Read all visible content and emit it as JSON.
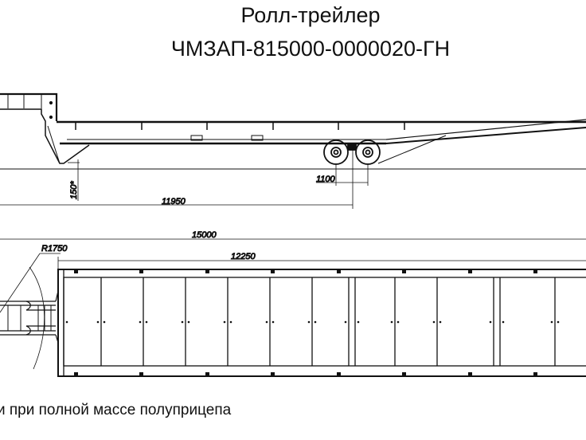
{
  "title": {
    "line1": "Ролл-трейлер",
    "line2": "ЧМЗАП-815000-0000020-ГН"
  },
  "dimensions": {
    "height_rear": "150*",
    "wheelbase_to_axle": "11950",
    "axle_spacing": "1100",
    "overall_length": "15000",
    "turn_radius": "R1750",
    "platform_length": "12250"
  },
  "caption": "и при полной массе полуприцепа"
}
